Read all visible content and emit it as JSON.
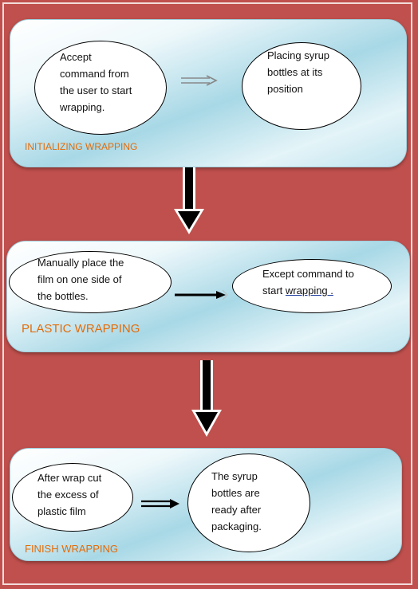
{
  "stages": [
    {
      "title": "INITIALIZING WRAPPING",
      "left_text": [
        "Accept",
        "command from",
        "the user to start",
        "wrapping."
      ],
      "right_text": [
        "Placing syrup",
        "bottles at its",
        "position"
      ]
    },
    {
      "title": "PLASTIC WRAPPING",
      "left_text": [
        "Manually place the",
        "film on one side of",
        "the bottles."
      ],
      "right_text": [
        "Except command to",
        "start ",
        "wrapping ."
      ]
    },
    {
      "title": "FINISH WRAPPING",
      "left_text": [
        "After wrap cut",
        "the excess of",
        "plastic film"
      ],
      "right_text": [
        "The syrup",
        "bottles are",
        "ready after",
        "packaging."
      ]
    }
  ],
  "colors": {
    "background": "#c0504d",
    "label": "#e36c09",
    "panel": "#a8d8e6"
  }
}
